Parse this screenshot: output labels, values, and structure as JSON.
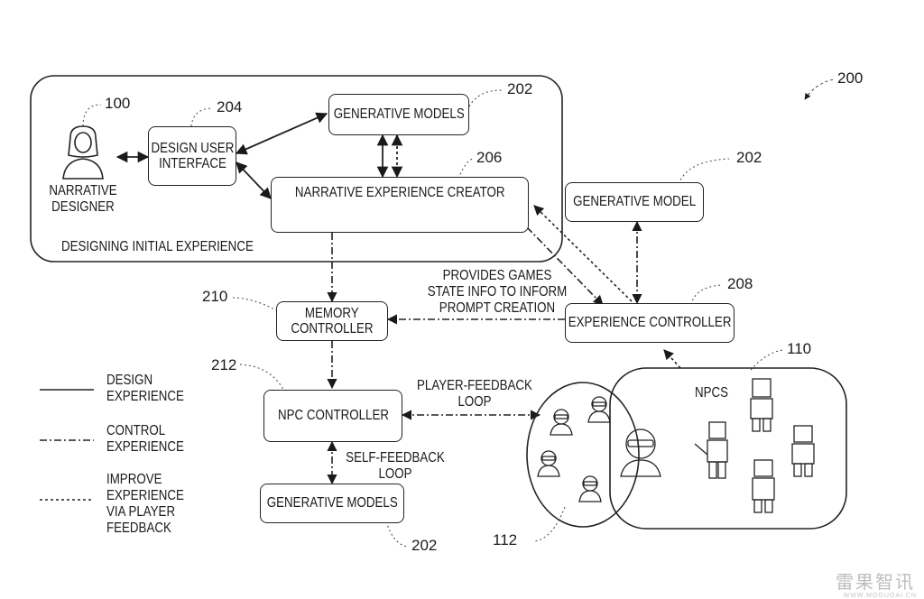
{
  "figure_ref": "200",
  "actors": {
    "designer": {
      "ref": "100",
      "label_line1": "NARRATIVE",
      "label_line2": "DESIGNER"
    }
  },
  "regions": {
    "designing_initial_experience": "DESIGNING INITIAL EXPERIENCE"
  },
  "boxes": {
    "design_ui": {
      "ref": "204",
      "line1": "DESIGN USER",
      "line2": "INTERFACE"
    },
    "generative_models_top": {
      "ref": "202",
      "label": "GENERATIVE MODELS"
    },
    "narrative_creator": {
      "ref": "206",
      "label": "NARRATIVE EXPERIENCE CREATOR"
    },
    "generative_model_right": {
      "ref": "202",
      "label": "GENERATIVE MODEL"
    },
    "experience_controller": {
      "ref": "208",
      "label": "EXPERIENCE CONTROLLER"
    },
    "memory_controller": {
      "ref": "210",
      "line1": "MEMORY",
      "line2": "CONTROLLER"
    },
    "npc_controller": {
      "ref": "212",
      "label": "NPC CONTROLLER"
    },
    "generative_models_bottom": {
      "ref": "202",
      "label": "GENERATIVE MODELS"
    }
  },
  "edge_labels": {
    "state_info": [
      "PROVIDES GAMES",
      "STATE INFO TO INFORM",
      "PROMPT CREATION"
    ],
    "player_feedback": [
      "PLAYER-FEEDBACK",
      "LOOP"
    ],
    "self_feedback": [
      "SELF-FEEDBACK",
      "LOOP"
    ]
  },
  "groups": {
    "players": {
      "ref": "112"
    },
    "npcs": {
      "ref": "110",
      "label": "NPCS"
    }
  },
  "legend": [
    {
      "style": "solid",
      "lines": [
        "DESIGN",
        "EXPERIENCE"
      ]
    },
    {
      "style": "dash-dot",
      "lines": [
        "CONTROL",
        "EXPERIENCE"
      ]
    },
    {
      "style": "dotted",
      "lines": [
        "IMPROVE",
        "EXPERIENCE",
        "VIA PLAYER",
        "FEEDBACK"
      ]
    }
  ],
  "watermark": {
    "main": "雷果智讯",
    "sub": "WWW.MOGUOAI.CN"
  }
}
